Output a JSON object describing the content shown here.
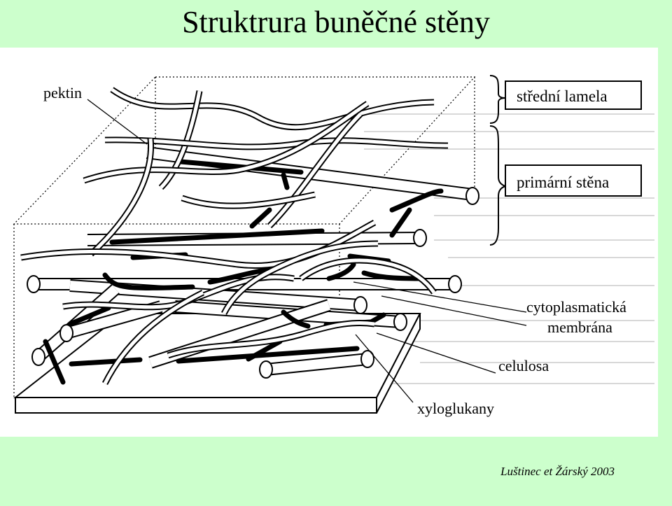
{
  "title": "Struktrura buněčné stěny",
  "credit": "Luštinec et Žárský 2003",
  "labels": {
    "pektin": "pektin",
    "stredni_lamela": "střední lamela",
    "primarni_stena": "primární stěna",
    "cytoplasmaticka": "cytoplasmatická",
    "membrana": "membrána",
    "celulosa": "celulosa",
    "xyloglukany": "xyloglukany"
  },
  "colors": {
    "background": "#ccffcc",
    "figure_background": "#ffffff",
    "ink": "#000000"
  }
}
